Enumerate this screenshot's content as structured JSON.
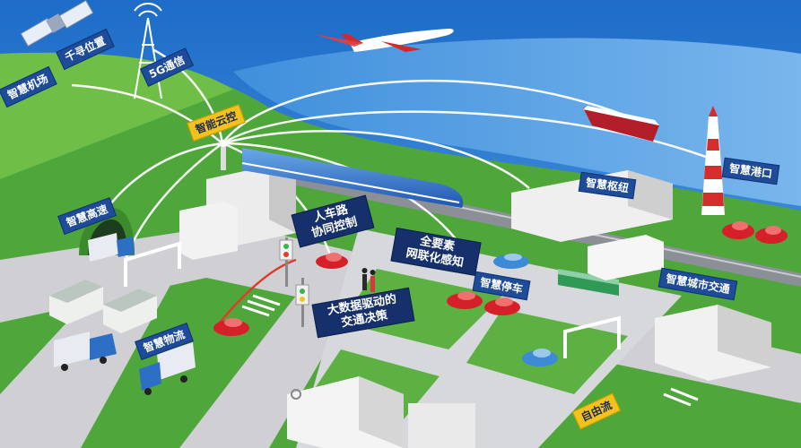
{
  "labels": {
    "satellite_position": "千寻位置",
    "network_5g": "5G通信",
    "smart_airport": "智慧机场",
    "smart_cloud": "智能云控",
    "smart_highway": "智慧高速",
    "smart_hub": "智慧枢纽",
    "smart_port": "智慧港口",
    "vehicle_road_line1": "人车路",
    "vehicle_road_line2": "协同控制",
    "full_element_line1": "全要素",
    "full_element_line2": "网联化感知",
    "smart_parking": "智慧停车",
    "smart_city_traffic": "智慧城市交通",
    "big_data_line1": "大数据驱动的",
    "big_data_line2": "交通决策",
    "smart_logistics": "智慧物流",
    "free_flow": "自由流"
  },
  "colors": {
    "sky": "#2f7fd4",
    "sea": "#4d96dd",
    "grass": "#4fa63b",
    "road": "#cfcfd4",
    "label_blue": "#1f4c98",
    "label_navy": "#16306b",
    "label_gold": "#f4c21c",
    "car_red": "#d5202a",
    "truck_blue": "#2c6fc4",
    "bus_green": "#2e9a55"
  }
}
